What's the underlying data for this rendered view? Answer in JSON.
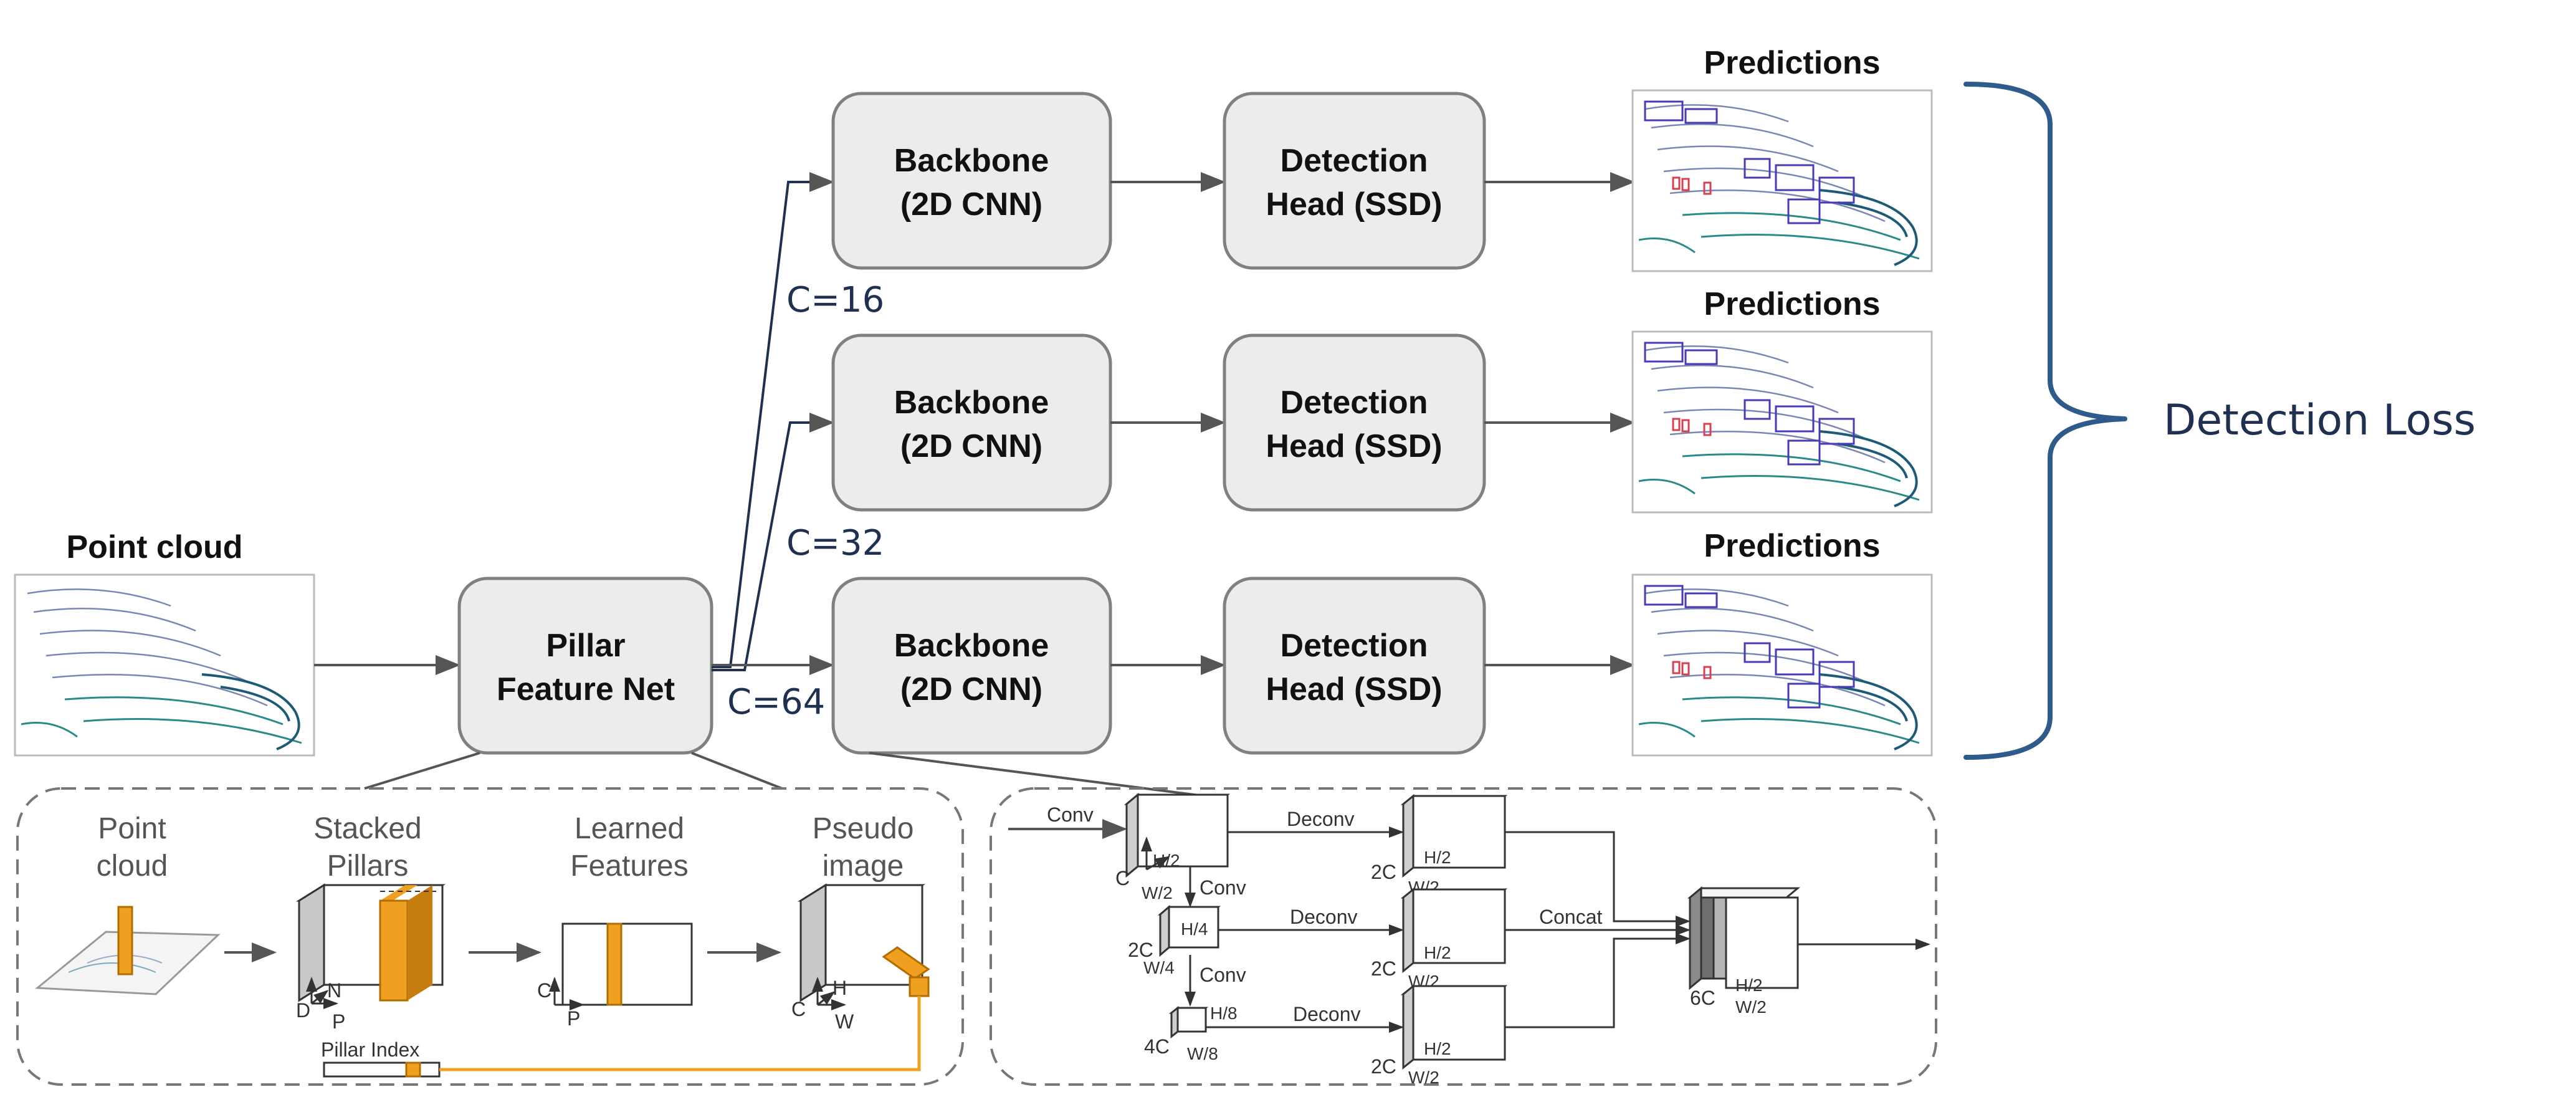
{
  "diagram": {
    "point_cloud_title": "Point cloud",
    "pillar_feature_net": [
      "Pillar",
      "Feature Net"
    ],
    "branches": [
      {
        "channel_label": "C=16",
        "backbone": [
          "Backbone",
          "(2D CNN)"
        ],
        "head": [
          "Detection",
          "Head (SSD)"
        ],
        "output_title": "Predictions"
      },
      {
        "channel_label": "C=32",
        "backbone": [
          "Backbone",
          "(2D CNN)"
        ],
        "head": [
          "Detection",
          "Head (SSD)"
        ],
        "output_title": "Predictions"
      },
      {
        "channel_label": "C=64",
        "backbone": [
          "Backbone",
          "(2D CNN)"
        ],
        "head": [
          "Detection",
          "Head (SSD)"
        ],
        "output_title": "Predictions"
      }
    ],
    "loss_label": "Detection Loss"
  },
  "pillar_detail": {
    "stages": [
      [
        "Point",
        "cloud"
      ],
      [
        "Stacked",
        "Pillars"
      ],
      [
        "Learned",
        "Features"
      ],
      [
        "Pseudo",
        "image"
      ]
    ],
    "axis_labels": {
      "stacked": {
        "d": "D",
        "n": "N",
        "p": "P"
      },
      "learned": {
        "c": "C",
        "p": "P"
      },
      "pseudo": {
        "c": "C",
        "h": "H",
        "w": "W"
      }
    },
    "pillar_index_label": "Pillar Index"
  },
  "backbone_detail": {
    "input_label": "Conv",
    "down_labels": [
      "Conv",
      "Conv"
    ],
    "deconv_labels": [
      "Deconv",
      "Deconv",
      "Deconv"
    ],
    "concat_label": "Concat",
    "block1": {
      "c": "C",
      "h": "H/2",
      "w": "W/2"
    },
    "block2": {
      "c": "2C",
      "h": "H/4",
      "w": "W/4"
    },
    "block3": {
      "c": "4C",
      "h": "H/8",
      "w": "W/8"
    },
    "up_blocks": [
      {
        "c": "2C",
        "h": "H/2",
        "w": "W/2"
      },
      {
        "c": "2C",
        "h": "H/2",
        "w": "W/2"
      },
      {
        "c": "2C",
        "h": "H/2",
        "w": "W/2"
      }
    ],
    "concat_block": {
      "c": "6C",
      "h": "H/2",
      "w": "W/2"
    }
  }
}
